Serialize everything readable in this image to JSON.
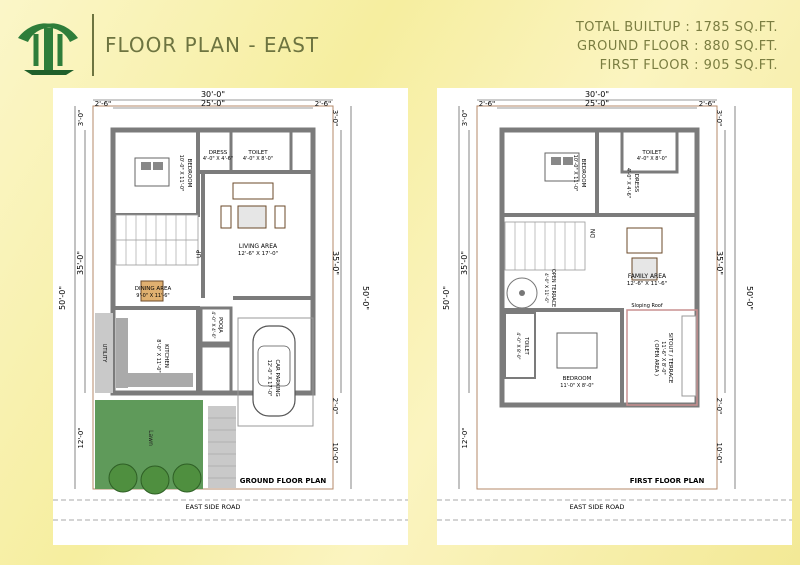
{
  "header": {
    "title": "FLOOR PLAN - EAST",
    "total_builtup": "TOTAL BUILTUP : 1785 SQ.FT.",
    "ground_floor_area": "GROUND FLOOR : 880 SQ.FT.",
    "first_floor_area": "FIRST FLOOR : 905 SQ.FT."
  },
  "colors": {
    "brand": "#6d7440",
    "wall": "#7b7b7b",
    "lawn": "#5f9a5a",
    "paving": "#c9c9c9",
    "stair_fill": "#ffffff"
  },
  "ground": {
    "caption": "GROUND FLOOR PLAN",
    "road": "EAST SIDE ROAD",
    "dim_top_total": "30'-0\"",
    "dim_top_inner": "25'-0\"",
    "dim_top_left": "2'-6\"",
    "dim_top_right": "2'-6\"",
    "dim_left_total": "50'-0\"",
    "dim_left_mid": "35'-0\"",
    "dim_left_top": "3'-0\"",
    "dim_left_bottom": "12'-0\"",
    "dim_right_total": "50'-0\"",
    "dim_right_mid": "35'-0\"",
    "dim_right_top": "3'-0\"",
    "dim_right_small": "2'-0\"",
    "dim_right_bottom": "10'-0\"",
    "rooms": {
      "toilet": "TOILET",
      "toilet_size": "4'-0\" X 8'-0\"",
      "dress": "DRESS",
      "dress_size": "4'-0\" X 4'-6\"",
      "bedroom": "BEDROOM",
      "bedroom_size": "10'-0\" X 11'-0\"",
      "living": "LIVING AREA",
      "living_size": "12'-6\" X 17'-0\"",
      "dining": "DINING AREA",
      "dining_size": "9'-0\" X 11'-6\"",
      "kitchen": "KITCHEN",
      "kitchen_size": "8'-0\" X 11'-0\"",
      "pooja": "POOJA",
      "pooja_size": "4'-0\" X 4'-6\"",
      "utility": "UTILITY",
      "car_parking": "CAR PARKING",
      "car_size": "12'-0\" X 17'-0\"",
      "lawn": "Lawn",
      "up": "UP"
    }
  },
  "first": {
    "caption": "FIRST FLOOR PLAN",
    "road": "EAST SIDE ROAD",
    "dim_top_total": "30'-0\"",
    "dim_top_inner": "25'-0\"",
    "dim_top_left": "2'-6\"",
    "dim_top_right": "2'-6\"",
    "dim_left_total": "50'-0\"",
    "dim_left_mid": "35'-0\"",
    "dim_left_top": "3'-0\"",
    "dim_left_bottom": "12'-0\"",
    "dim_right_total": "50'-0\"",
    "dim_right_mid": "35'-0\"",
    "dim_right_top": "3'-0\"",
    "dim_right_small": "2'-0\"",
    "dim_right_bottom": "10'-0\"",
    "rooms": {
      "toilet": "TOILET",
      "toilet_size": "4'-0\" X 8'-0\"",
      "dress": "DRESS",
      "dress_size": "4'-0\" X 4'-6\"",
      "bedroom_top": "BEDROOM",
      "bedroom_top_size": "10'-0\" X 11'-0\"",
      "family": "FAMILY AREA",
      "family_size": "12'-6\" X 11'-6\"",
      "open_terrace": "OPEN TERRACE",
      "open_terrace_size": "4'-0\" X 11'-6\"",
      "sitout": "SITOUT / TERRACE",
      "sitout_size": "11'-6\" X 8'-0\"",
      "sitout_note": "( OPEN AREA )",
      "bedroom_bottom": "BEDROOM",
      "bedroom_bottom_size": "11'-0\" X 8'-0\"",
      "toilet_b": "TOILET",
      "toilet_b_size": "4'-0\" X 8'-0\"",
      "sloping_roof": "Sloping Roof",
      "dn": "DN"
    }
  }
}
